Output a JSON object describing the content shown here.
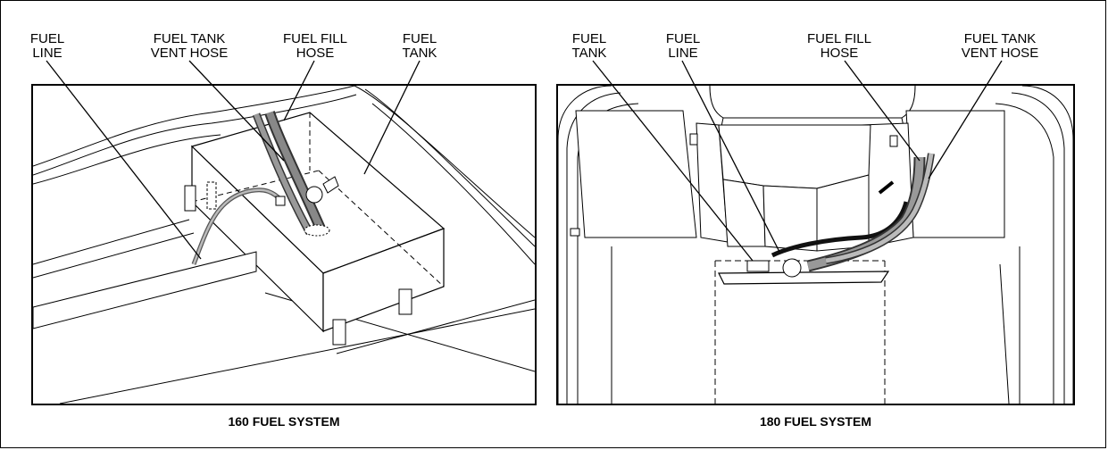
{
  "left": {
    "labels": [
      {
        "id": "fuel-line",
        "lines": [
          "FUEL",
          "LINE"
        ]
      },
      {
        "id": "fuel-tank-vent-hose",
        "lines": [
          "FUEL TANK",
          "VENT HOSE"
        ]
      },
      {
        "id": "fuel-fill-hose",
        "lines": [
          "FUEL FILL",
          "HOSE"
        ]
      },
      {
        "id": "fuel-tank",
        "lines": [
          "FUEL",
          "TANK"
        ]
      }
    ],
    "caption": "160 FUEL SYSTEM"
  },
  "right": {
    "labels": [
      {
        "id": "fuel-tank",
        "lines": [
          "FUEL",
          "TANK"
        ]
      },
      {
        "id": "fuel-line",
        "lines": [
          "FUEL",
          "LINE"
        ]
      },
      {
        "id": "fuel-fill-hose",
        "lines": [
          "FUEL FILL",
          "HOSE"
        ]
      },
      {
        "id": "fuel-tank-vent-hose",
        "lines": [
          "FUEL TANK",
          "VENT HOSE"
        ]
      }
    ],
    "caption": "180 FUEL SYSTEM"
  }
}
